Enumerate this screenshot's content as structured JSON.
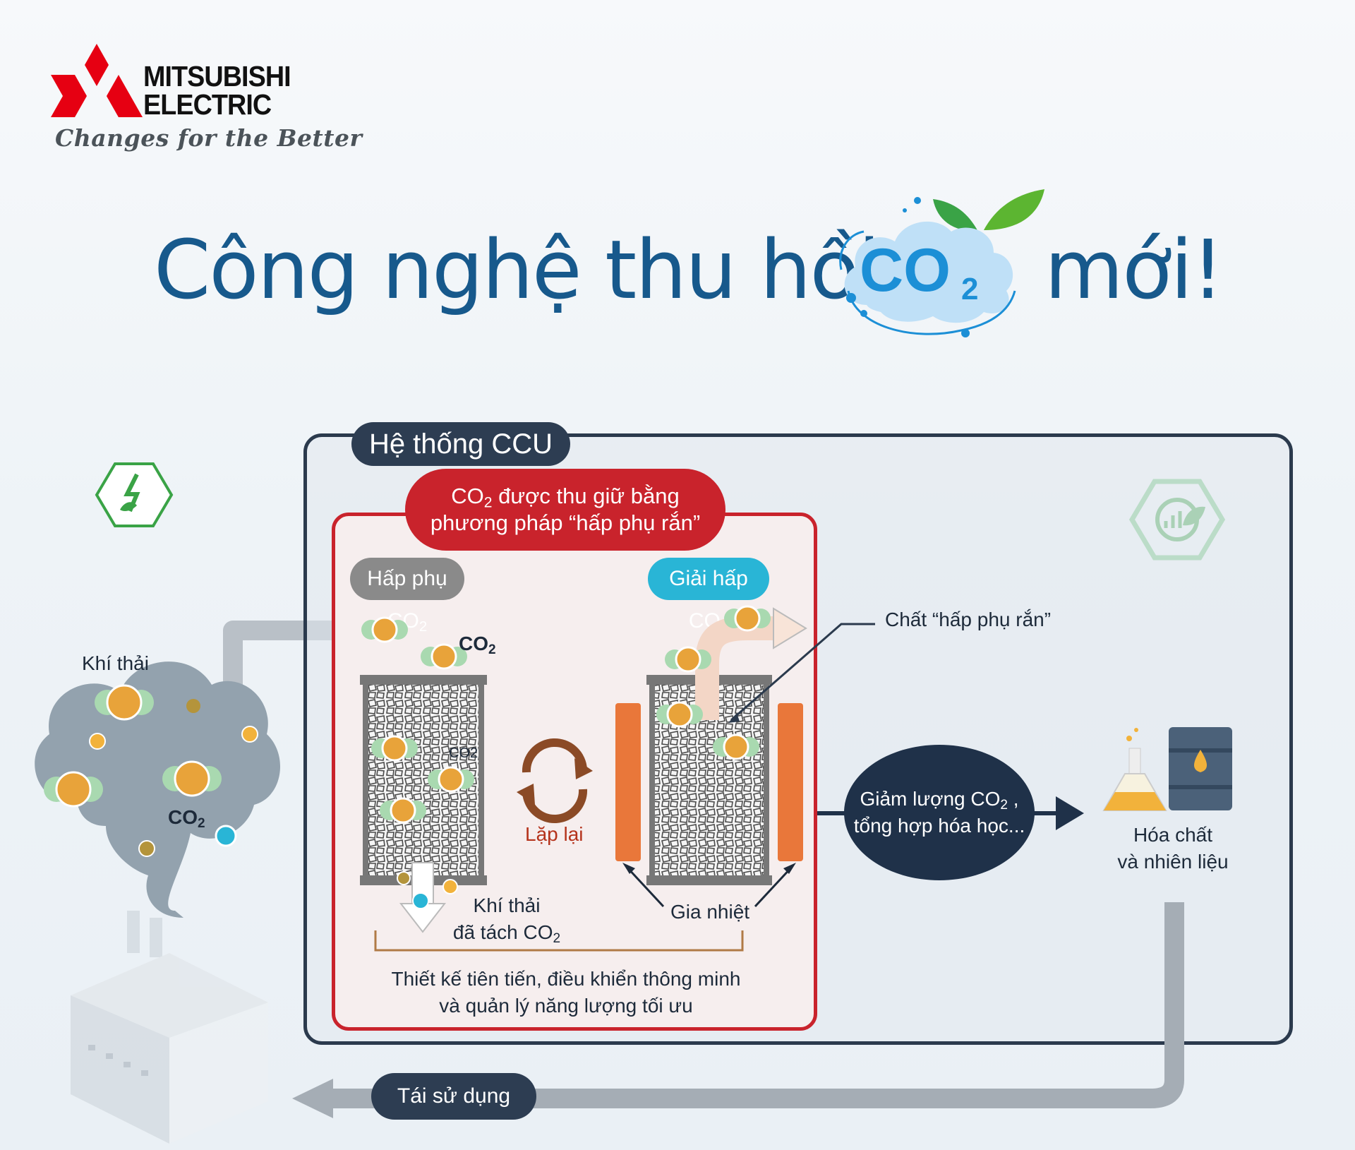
{
  "logo": {
    "line1": "MITSUBISHI",
    "line2": "ELECTRIC",
    "tagline": "Changes for the Better"
  },
  "title": {
    "before": "Công nghệ thu hồi",
    "badge_main": "CO",
    "badge_sub": "2",
    "after": "mới!"
  },
  "ccu": {
    "tab_label": "Hệ thống CCU",
    "capture_line1_main": "CO",
    "capture_line1_sub": "2",
    "capture_line1_rest": " được thu giữ bằng",
    "capture_line2": "phương pháp “hấp phụ rắn”",
    "adsorb_main": "Hấp phụ CO",
    "adsorb_sub": "2",
    "desorb_main": "Giải hấp CO",
    "desorb_sub": "2",
    "solid_adsorbent": "Chất “hấp phụ rắn”",
    "repeat": "Lặp lại",
    "heating": "Gia nhiệt",
    "separated_line1": "Khí thải",
    "separated_line2_main": "đã tách CO",
    "separated_line2_sub": "2",
    "design_line1": "Thiết kế tiên tiến, điều khiển thông minh",
    "design_line2": "và quản lý năng lượng tối ưu",
    "co2_main": "CO",
    "co2_sub": "2",
    "co2_plain": "CO2"
  },
  "left": {
    "exhaust": "Khí thải",
    "co2_main": "CO",
    "co2_sub": "2"
  },
  "output": {
    "reduce_line1_main": "Giảm lượng CO",
    "reduce_line1_sub": "2",
    "reduce_line1_rest": " ,",
    "reduce_line2": "tổng hợp hóa học...",
    "product_line1": "Hóa chất",
    "product_line2": "và nhiên liệu"
  },
  "reuse": "Tái sử dụng",
  "colors": {
    "title_blue": "#17598c",
    "brand_red": "#e60012",
    "capture_red": "#c9232c",
    "desorb_cyan": "#29b5d6",
    "panel_navy": "#2d3d52",
    "eco_green": "#4caf50",
    "molecule_orange": "#e8a33a",
    "molecule_green": "#a9d9b0",
    "heater_orange": "#e9773a"
  },
  "icons": [
    "energy-leaf-hex-icon",
    "eco-growth-hex-icon",
    "flask-icon",
    "oil-barrel-icon",
    "factory-icon",
    "cycle-arrows-icon"
  ]
}
